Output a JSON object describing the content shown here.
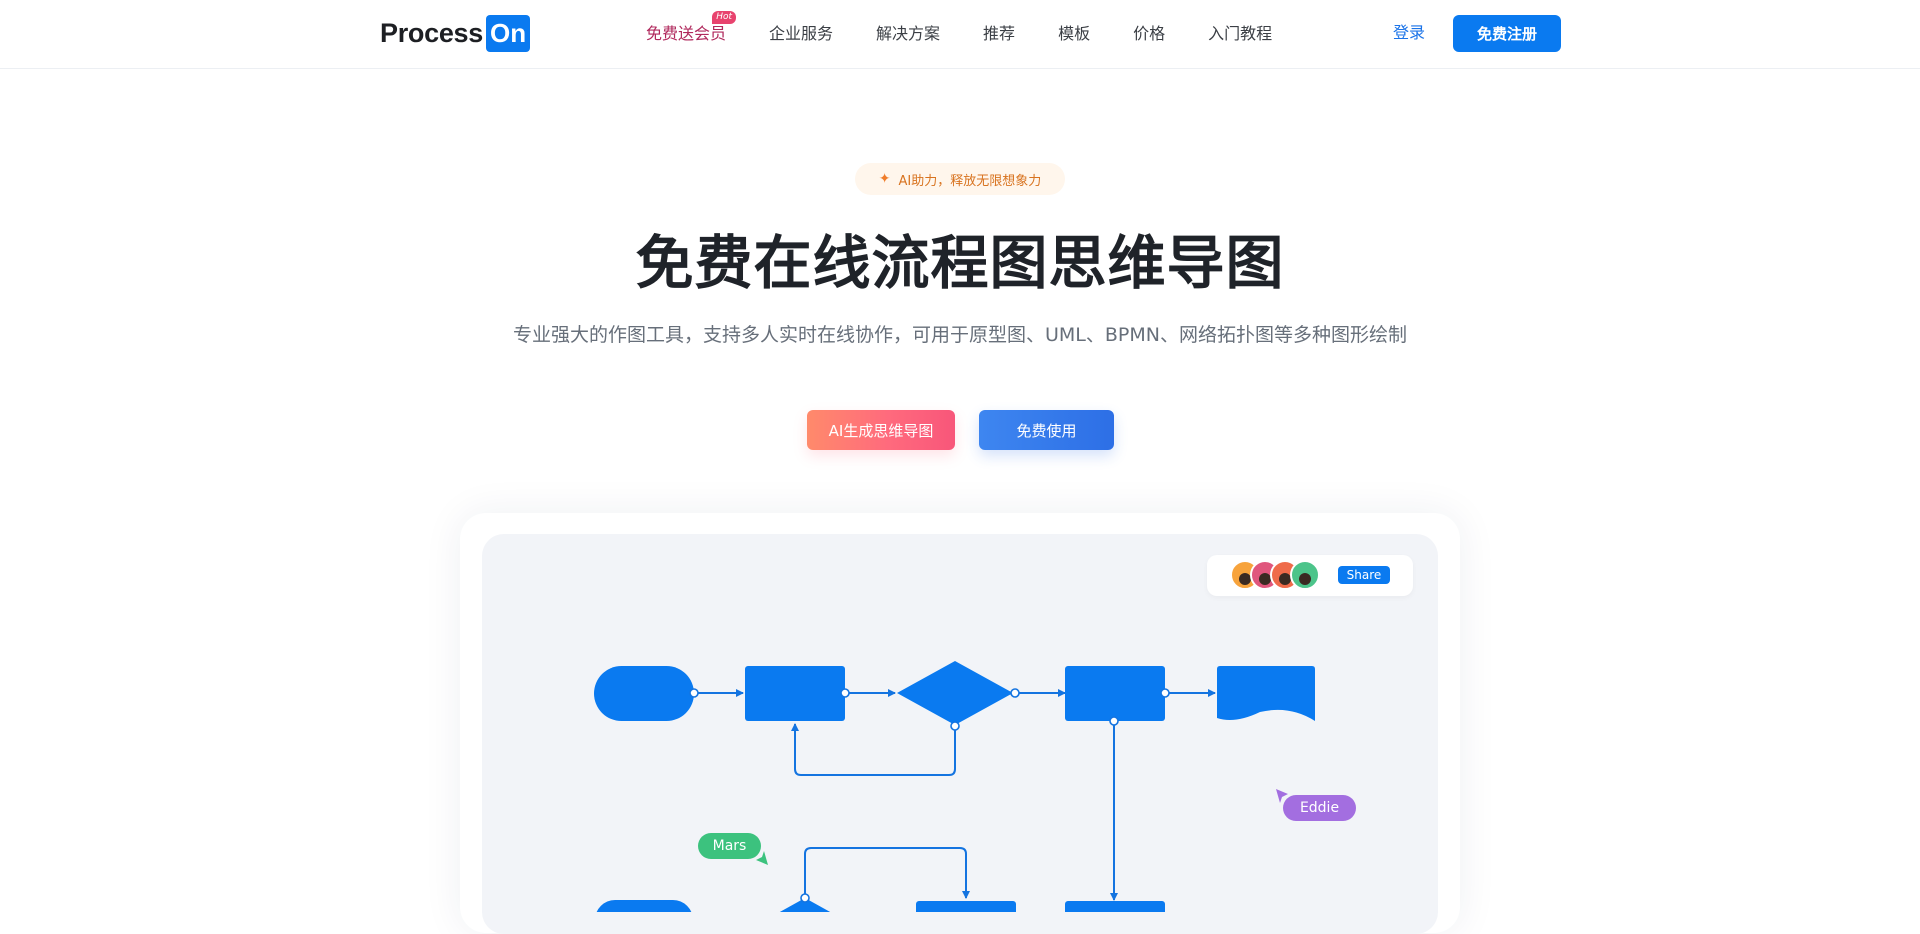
{
  "header": {
    "logo_text": "Process",
    "logo_badge": "On",
    "nav": [
      {
        "label": "免费送会员",
        "badge": "Hot"
      },
      {
        "label": "企业服务"
      },
      {
        "label": "解决方案"
      },
      {
        "label": "推荐"
      },
      {
        "label": "模板"
      },
      {
        "label": "价格"
      },
      {
        "label": "入门教程"
      }
    ],
    "login_label": "登录",
    "register_label": "免费注册"
  },
  "hero": {
    "ai_chip": "AI助力，释放无限想象力",
    "title": "免费在线流程图思维导图",
    "subtitle": "专业强大的作图工具，支持多人实时在线协作，可用于原型图、UML、BPMN、网络拓扑图等多种图形绘制",
    "btn_ai": "AI生成思维导图",
    "btn_free": "免费使用"
  },
  "demo": {
    "share_label": "Share",
    "cursors": [
      {
        "name": "Mars",
        "color": "#3cc27e"
      },
      {
        "name": "Eddie",
        "color": "#a36ee0"
      }
    ],
    "avatar_colors": [
      "#f7a33c",
      "#e0567d",
      "#ef6b4a",
      "#4cc48a"
    ],
    "accent": "#0a7af0"
  }
}
